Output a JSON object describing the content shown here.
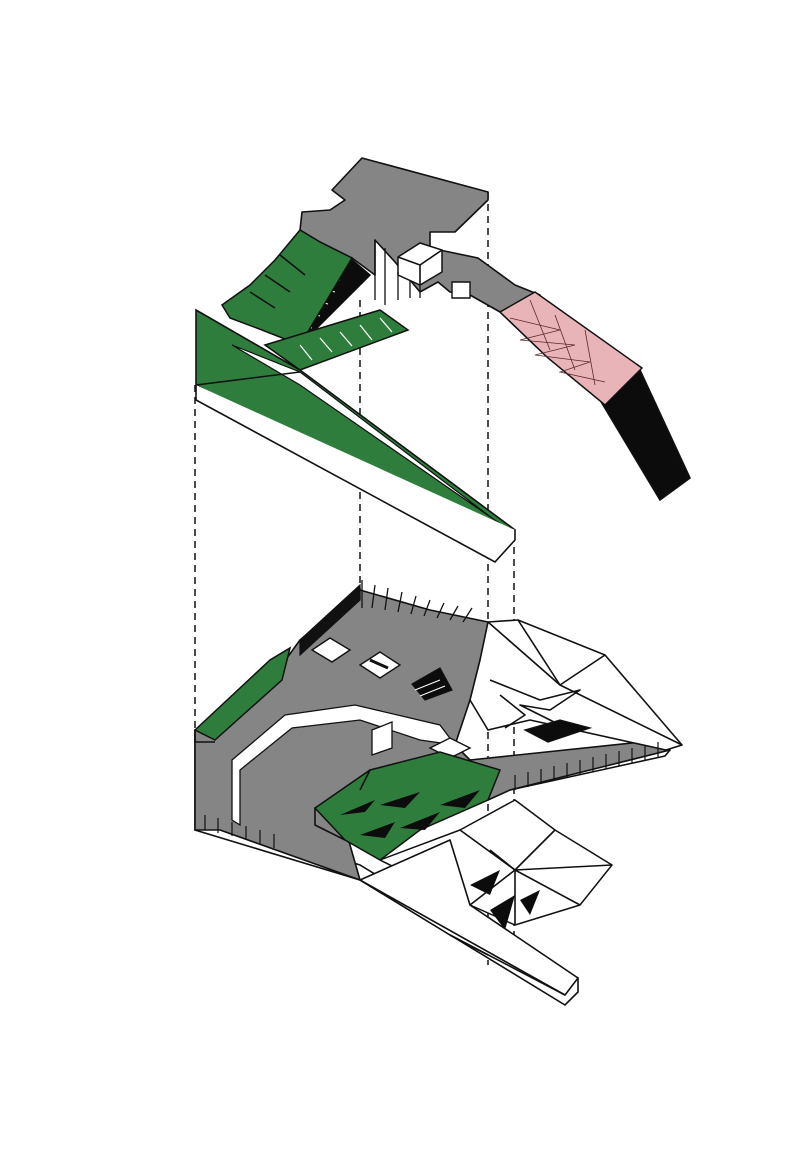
{
  "figure": {
    "faint_text": "",
    "colors": {
      "background": "#ffffff",
      "roof_gray": "#858585",
      "green_roof": "#2f7d3c",
      "pink_panel": "#e8b4b8",
      "black_volume": "#0c0c0c",
      "outline": "#111111"
    },
    "layers": [
      {
        "name": "upper-level",
        "elements": [
          "gray-slab",
          "green-ramp",
          "stair-void",
          "black-wing",
          "pink-panel",
          "elevator-core"
        ]
      },
      {
        "name": "lower-level",
        "elements": [
          "gray-slab",
          "green-strip",
          "planted-steps",
          "folded-white-roof",
          "entry-ramp",
          "colonnade"
        ]
      }
    ],
    "connectors": {
      "style": "dashed",
      "count": 4
    }
  }
}
